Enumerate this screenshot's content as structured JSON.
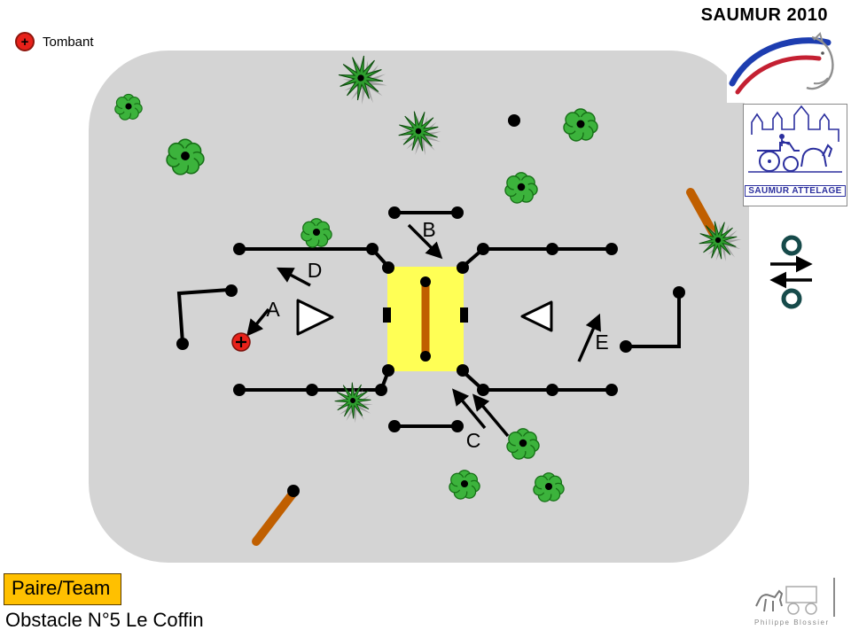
{
  "header": {
    "event_title": "SAUMUR 2010"
  },
  "legend": {
    "plus": "+",
    "tombant_label": "Tombant"
  },
  "gates": {
    "a": "A",
    "b": "B",
    "c": "C",
    "d": "D",
    "e": "E"
  },
  "logos": {
    "attelage_caption": "SAUMUR ATTELAGE",
    "signature": "Philippe  Blossier"
  },
  "footer": {
    "class_label": "Paire/Team",
    "obstacle_title": "Obstacle N°5 Le Coffin"
  },
  "colors": {
    "arena": "#d4d4d4",
    "box_yellow": "#ffff55",
    "rail_orange": "#c05f00",
    "bush_green": "#3cb33c",
    "plant_green": "#2f9e2f",
    "tombant_red": "#e8211a",
    "class_box": "#ffc000",
    "logo_blue": "#2b2f9e"
  }
}
